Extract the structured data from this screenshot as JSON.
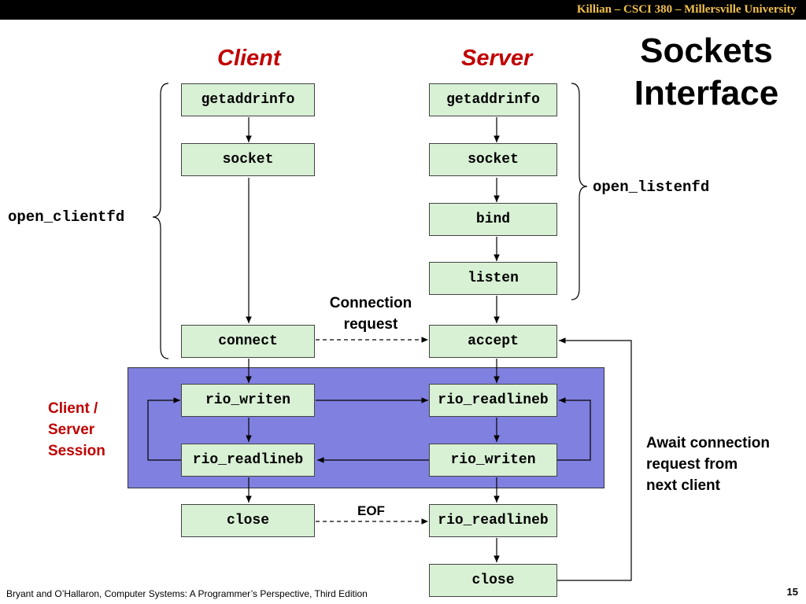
{
  "header": {
    "text": "Killian – CSCI 380 – Millersville University"
  },
  "title": {
    "line1": "Sockets",
    "line2": "Interface"
  },
  "columns": {
    "client": "Client",
    "server": "Server"
  },
  "client_steps": {
    "getaddrinfo": "getaddrinfo",
    "socket": "socket",
    "connect": "connect",
    "rio_writen": "rio_writen",
    "rio_readlineb": "rio_readlineb",
    "close": "close"
  },
  "server_steps": {
    "getaddrinfo": "getaddrinfo",
    "socket": "socket",
    "bind": "bind",
    "listen": "listen",
    "accept": "accept",
    "rio_readlineb": "rio_readlineb",
    "rio_writen": "rio_writen",
    "rio_readlineb_eof": "rio_readlineb",
    "close": "close"
  },
  "labels": {
    "open_clientfd": "open_clientfd",
    "open_listenfd": "open_listenfd",
    "connection_request_line1": "Connection",
    "connection_request_line2": "request",
    "session_line1": "Client /",
    "session_line2": "Server",
    "session_line3": "Session",
    "await_line1": "Await connection",
    "await_line2": "request from",
    "await_line3": "next client",
    "eof": "EOF"
  },
  "footer": {
    "citation": "Bryant and O’Hallaron, Computer Systems: A Programmer’s Perspective, Third Edition",
    "page": "15"
  },
  "colors": {
    "header_text": "#f2c14e",
    "accent_red": "#c00000",
    "box_fill": "#d8f0d4",
    "session_fill": "#8080e0"
  }
}
